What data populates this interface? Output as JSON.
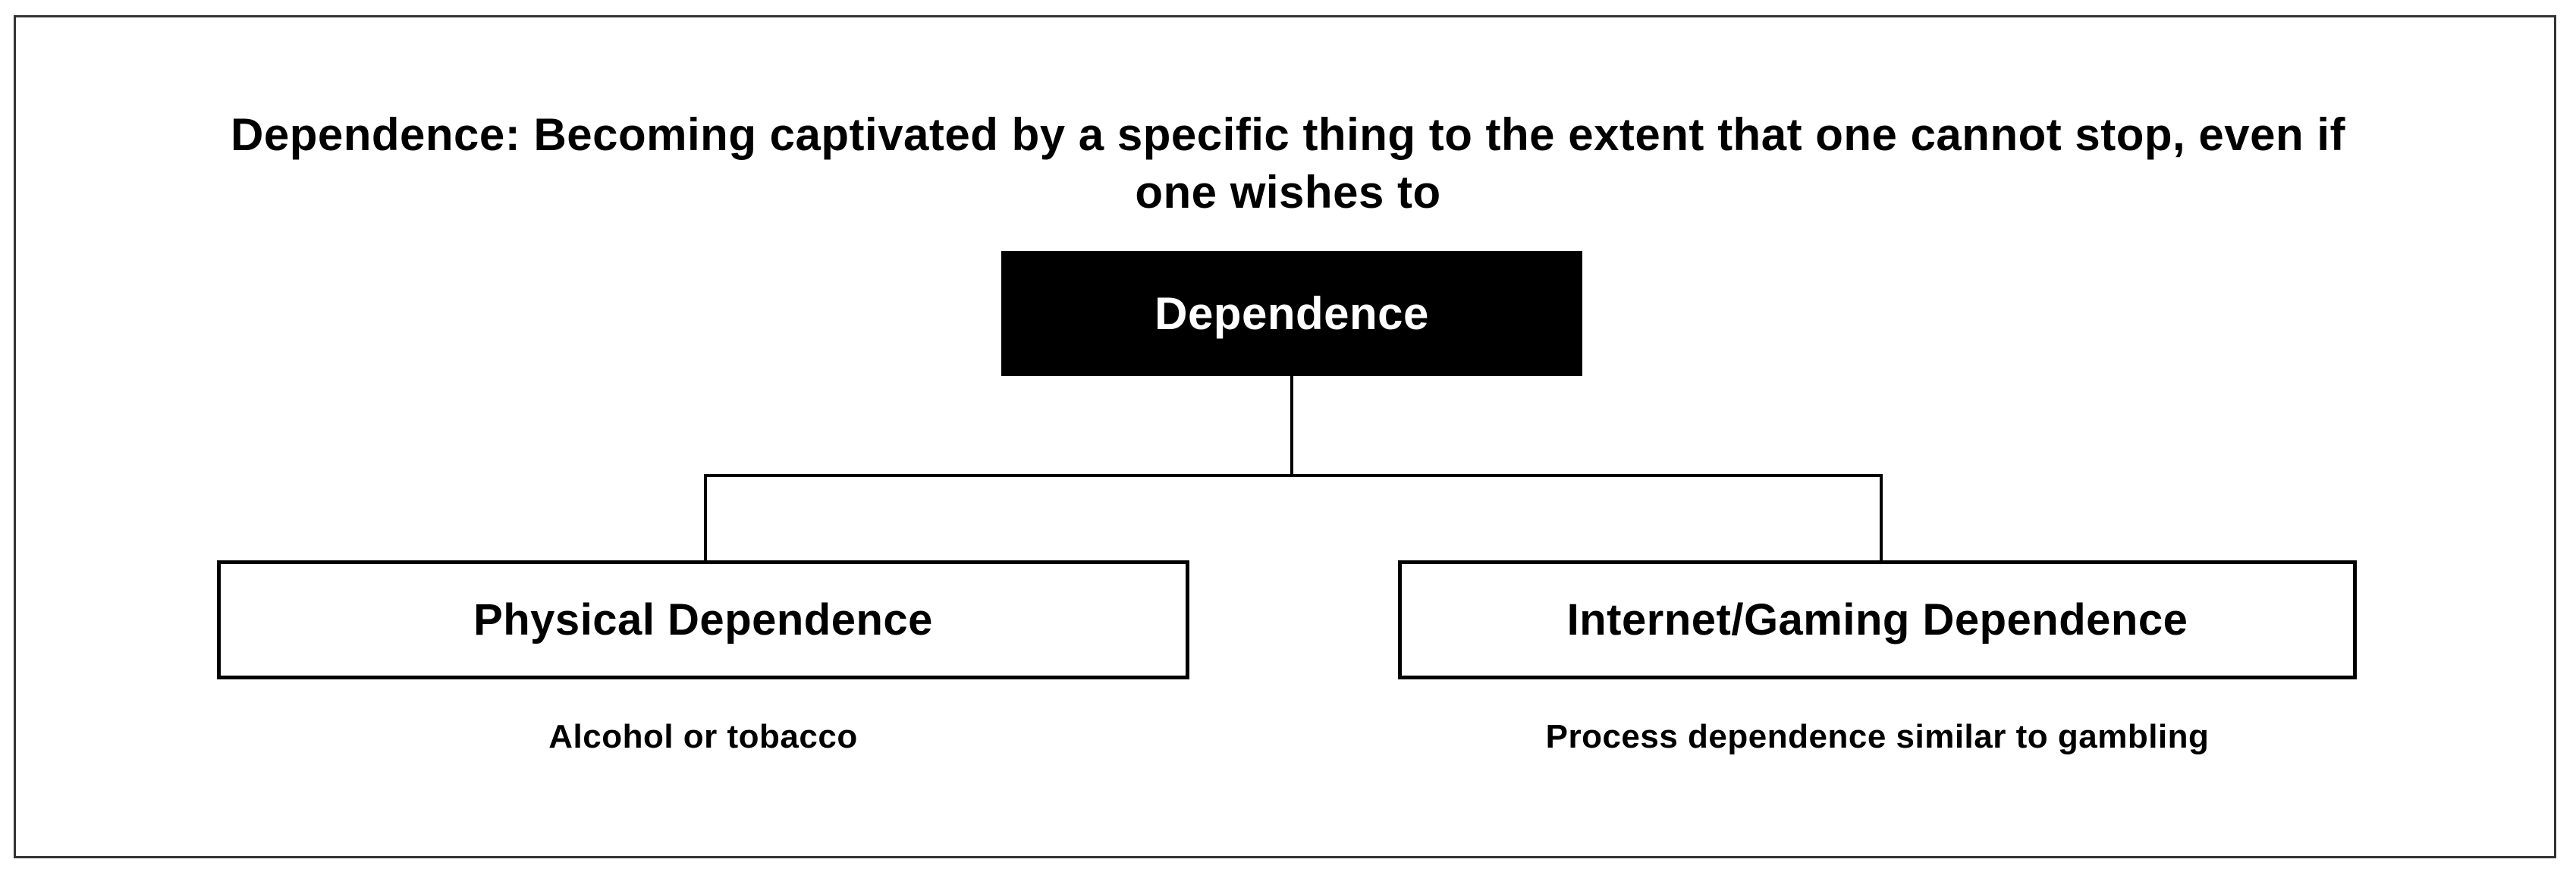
{
  "diagram": {
    "title": {
      "line1": "Dependence: Becoming captivated by a specific thing to the extent that one cannot stop, even if",
      "line2": "one wishes to"
    },
    "root": {
      "label": "Dependence"
    },
    "children": [
      {
        "label": "Physical Dependence",
        "caption": "Alcohol or tobacco"
      },
      {
        "label": "Internet/Gaming Dependence",
        "caption": "Process dependence similar to gambling"
      }
    ],
    "colors": {
      "background": "#ffffff",
      "outer_border": "#333333",
      "line": "#000000",
      "root_bg": "#000000",
      "root_text": "#ffffff"
    }
  }
}
